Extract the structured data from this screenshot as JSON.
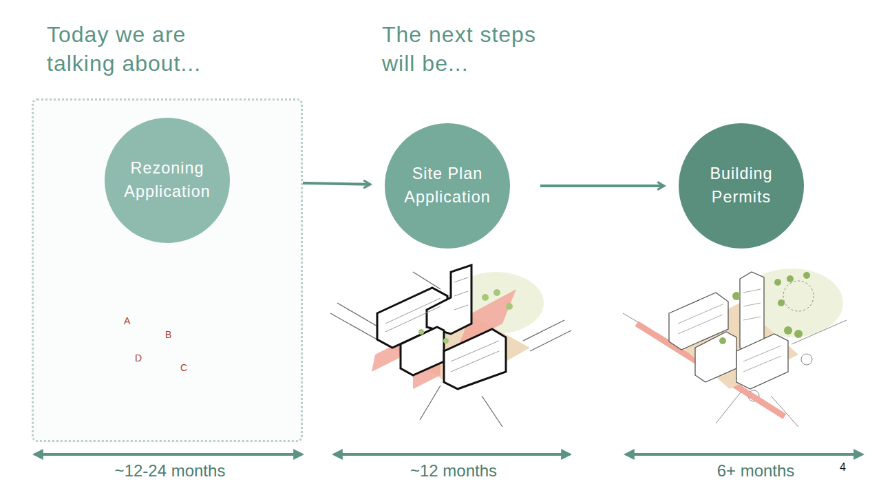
{
  "diagram": {
    "nodes": [
      {
        "text": [
          "Today we are talking about..."
        ]
      },
      {
        "text": [
          "Rezoning Application"
        ],
        "in": 0
      },
      {
        "text": [
          "Site Plan Application"
        ]
      },
      {
        "text": [
          "Building Permits"
        ]
      }
    ],
    "edges": [
      {
        "from": 1,
        "to": 2,
        "arrow": "to"
      },
      {
        "from": 2,
        "to": 3,
        "arrow": "to"
      }
    ],
    "labels": [
      "The next steps will be...",
      "A",
      "B",
      "D",
      "C",
      "~12-24 months",
      "~12 months",
      "6+ months",
      "4"
    ]
  }
}
